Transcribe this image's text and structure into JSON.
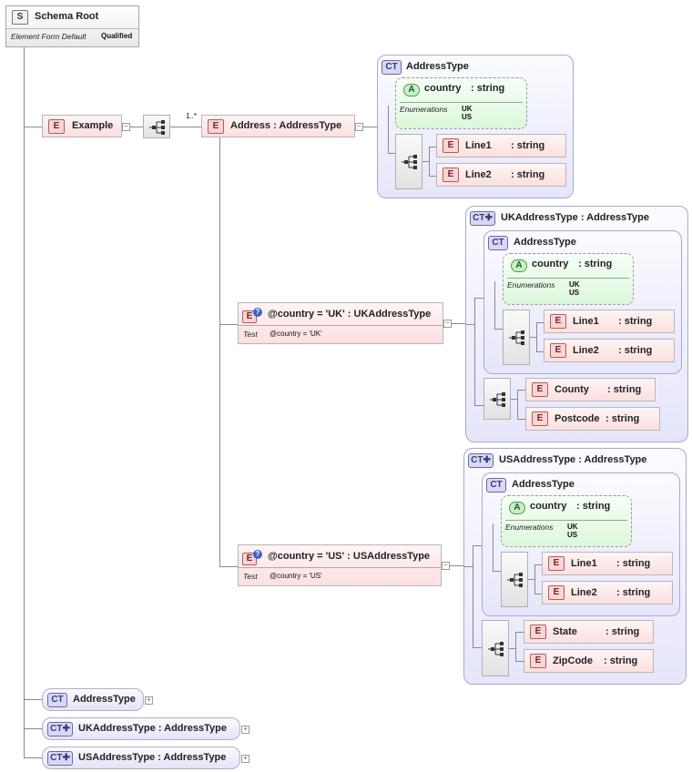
{
  "schema_root": {
    "badge": "S",
    "title": "Schema Root",
    "property_label": "Element Form Default",
    "property_value": "Qualified"
  },
  "example": {
    "badge": "E",
    "name": "Example"
  },
  "address": {
    "badge": "E",
    "label": "Address : AddressType",
    "cardinality": "1..*"
  },
  "address_type_group": {
    "badge": "CT",
    "title": "AddressType",
    "attribute": {
      "badge": "A",
      "name": "country",
      "type": ": string",
      "enum_label": "Enumerations",
      "enum_values": [
        "UK",
        "US"
      ]
    },
    "elements": [
      {
        "badge": "E",
        "name": "Line1",
        "type": ": string"
      },
      {
        "badge": "E",
        "name": "Line2",
        "type": ": string"
      }
    ]
  },
  "alt_uk": {
    "label": "@country = 'UK' : UKAddressType",
    "test_label": "Test",
    "test_value": "@country = 'UK'"
  },
  "alt_us": {
    "label": "@country = 'US' : USAddressType",
    "test_label": "Test",
    "test_value": "@country = 'US'"
  },
  "uk_group": {
    "badge": "CT",
    "title": "UKAddressType : AddressType",
    "inner": {
      "badge": "CT",
      "title": "AddressType",
      "attribute": {
        "badge": "A",
        "name": "country",
        "type": ": string",
        "enum_label": "Enumerations",
        "enum_values": [
          "UK",
          "US"
        ]
      },
      "elements": [
        {
          "badge": "E",
          "name": "Line1",
          "type": ": string"
        },
        {
          "badge": "E",
          "name": "Line2",
          "type": ": string"
        }
      ]
    },
    "elements": [
      {
        "badge": "E",
        "name": "County",
        "type": ": string"
      },
      {
        "badge": "E",
        "name": "Postcode",
        "type": ": string"
      }
    ]
  },
  "us_group": {
    "badge": "CT",
    "title": "USAddressType : AddressType",
    "inner": {
      "badge": "CT",
      "title": "AddressType",
      "attribute": {
        "badge": "A",
        "name": "country",
        "type": ": string",
        "enum_label": "Enumerations",
        "enum_values": [
          "UK",
          "US"
        ]
      },
      "elements": [
        {
          "badge": "E",
          "name": "Line1",
          "type": ": string"
        },
        {
          "badge": "E",
          "name": "Line2",
          "type": ": string"
        }
      ]
    },
    "elements": [
      {
        "badge": "E",
        "name": "State",
        "type": ": string"
      },
      {
        "badge": "E",
        "name": "ZipCode",
        "type": ": string"
      }
    ]
  },
  "bottom_types": [
    {
      "badge": "CT",
      "label": "AddressType"
    },
    {
      "badge": "CT",
      "label": "UKAddressType : AddressType"
    },
    {
      "badge": "CT",
      "label": "USAddressType : AddressType"
    }
  ],
  "icon_names": [
    "sequence-icon",
    "expand-toggle-icon",
    "collapse-toggle-icon",
    "help-icon"
  ]
}
